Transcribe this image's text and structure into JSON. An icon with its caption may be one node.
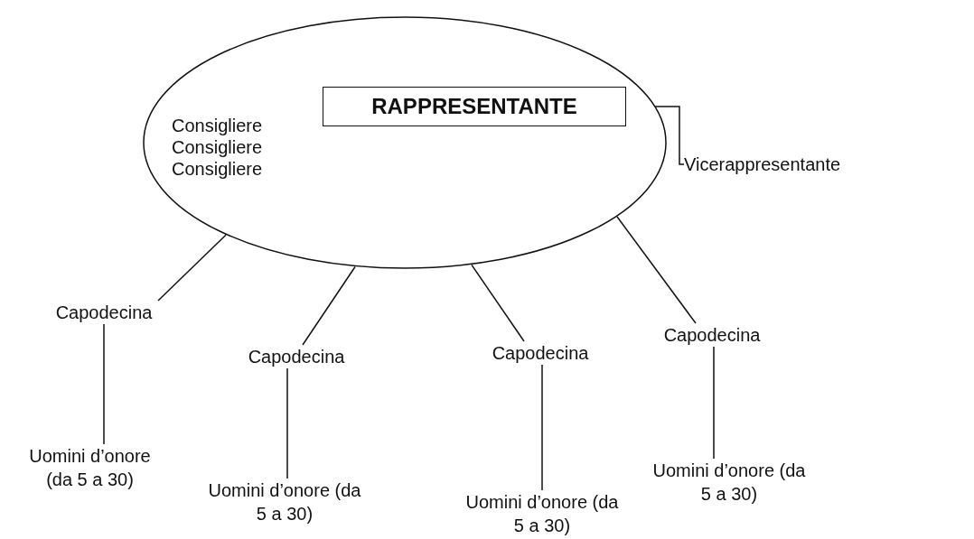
{
  "diagram": {
    "nodes": [
      {
        "text": [
          "Consigliere",
          "Consigliere",
          "Consigliere"
        ]
      },
      {
        "text": [
          "RAPPRESENTANTE"
        ],
        "in": 0
      },
      {
        "text": [
          "Vicerappresentante"
        ]
      },
      {
        "text": [
          "Capodecina"
        ]
      },
      {
        "text": [
          "Capodecina"
        ]
      },
      {
        "text": [
          "Capodecina"
        ]
      },
      {
        "text": [
          "Capodecina"
        ]
      },
      {
        "text": [
          "Uomini d’onore (da 5 a 30)"
        ]
      },
      {
        "text": [
          "Uomini d’onore (da 5 a 30)"
        ]
      },
      {
        "text": [
          "Uomini d’onore (da 5 a 30)"
        ]
      },
      {
        "text": [
          "Uomini d’onore (da 5 a 30)"
        ]
      }
    ],
    "edges": [
      {
        "from": 1,
        "to": 2,
        "arrow": "none"
      },
      {
        "from": 0,
        "to": 3,
        "arrow": "none"
      },
      {
        "from": 0,
        "to": 4,
        "arrow": "none"
      },
      {
        "from": 0,
        "to": 5,
        "arrow": "none"
      },
      {
        "from": 0,
        "to": 6,
        "arrow": "none"
      },
      {
        "from": 3,
        "to": 7,
        "arrow": "none"
      },
      {
        "from": 4,
        "to": 8,
        "arrow": "none"
      },
      {
        "from": 5,
        "to": 9,
        "arrow": "none"
      },
      {
        "from": 6,
        "to": 10,
        "arrow": "none"
      }
    ]
  }
}
